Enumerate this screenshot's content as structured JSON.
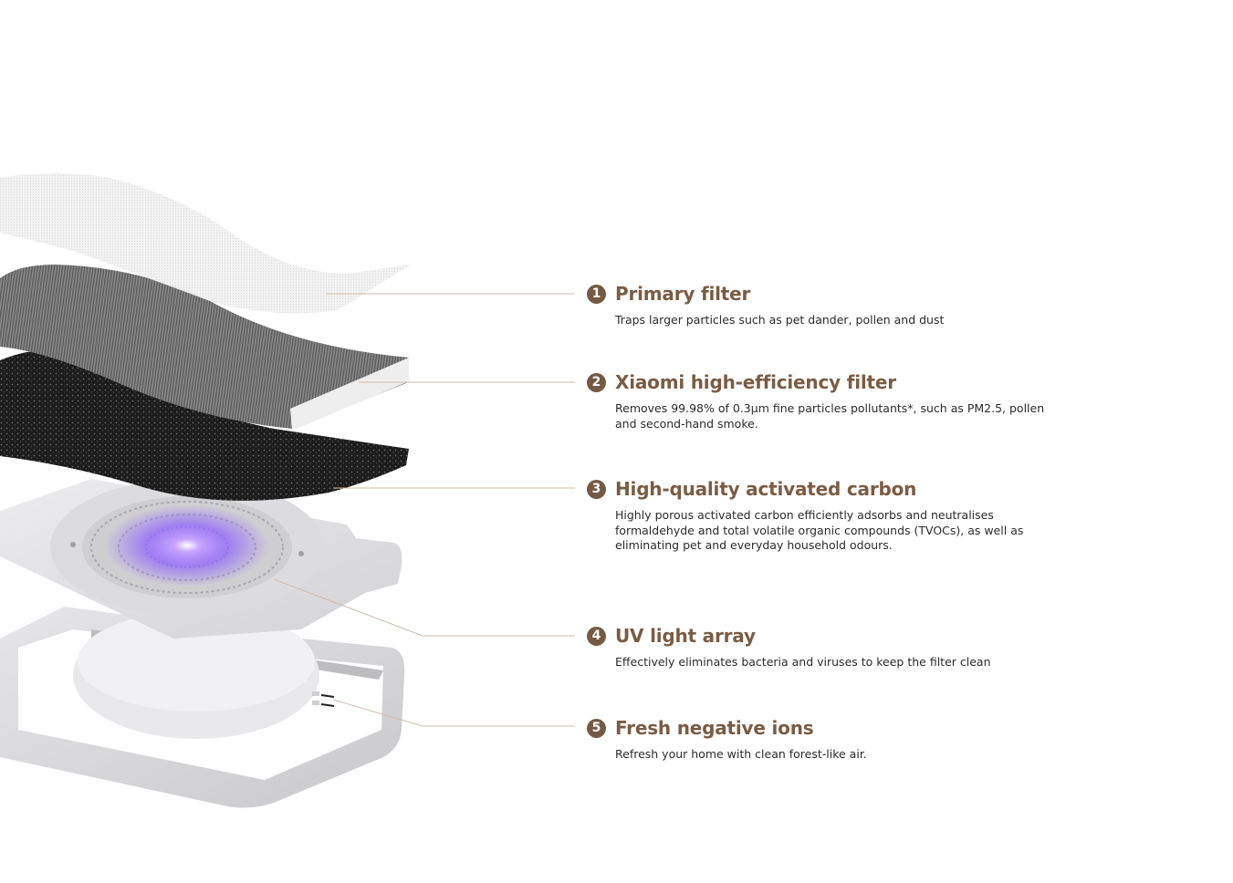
{
  "colors": {
    "accent_brown": "#7a5c44",
    "badge_brown": "#745a45",
    "leader_line": "#cdbcae",
    "body_text": "#2b2b2b",
    "uv_glow": "#8a5cff",
    "background": "#ffffff"
  },
  "illustration": {
    "name": "air-purifier-exploded-view",
    "layers": [
      "primary-mesh-filter",
      "high-efficiency-pleated-filter",
      "activated-carbon-layer",
      "uv-light-fan-plate",
      "base-tray-with-ion-generator"
    ]
  },
  "features": [
    {
      "number": "1",
      "title": "Primary filter",
      "description": [
        "Traps larger particles such as pet dander, pollen and dust"
      ]
    },
    {
      "number": "2",
      "title": "Xiaomi high-efficiency filter",
      "description": [
        "Removes 99.98% of 0.3µm fine particles pollutants*, such as PM2.5, pollen",
        "and second-hand smoke."
      ]
    },
    {
      "number": "3",
      "title": "High-quality activated carbon",
      "description": [
        "Highly porous activated carbon efficiently adsorbs and neutralises",
        "formaldehyde and total volatile organic compounds (TVOCs), as well as",
        "eliminating pet and everyday household odours."
      ]
    },
    {
      "number": "4",
      "title": "UV light array",
      "description": [
        "Effectively eliminates bacteria and viruses to keep the filter clean"
      ]
    },
    {
      "number": "5",
      "title": "Fresh negative ions",
      "description": [
        "Refresh your home with clean forest-like air."
      ]
    }
  ]
}
